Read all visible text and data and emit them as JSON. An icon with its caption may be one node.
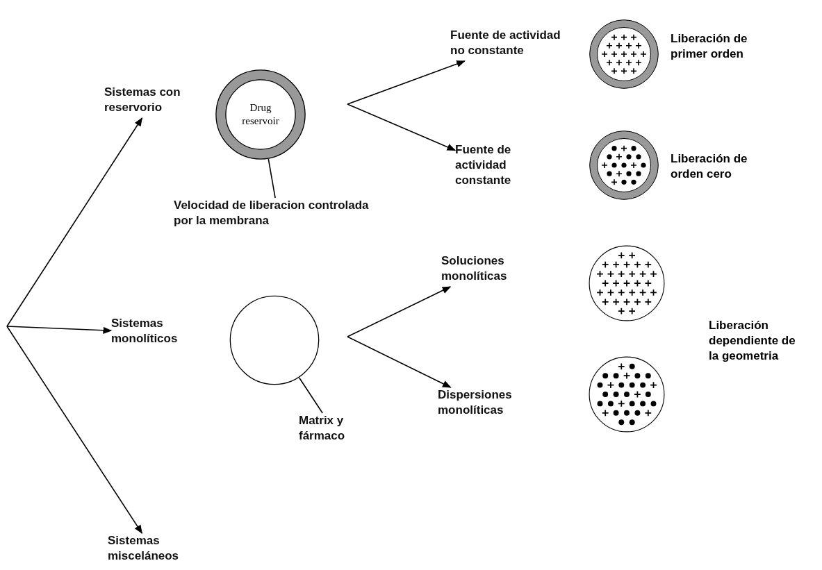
{
  "diagram": {
    "nodes": [
      {
        "text": [
          "Sistemas con reservorio"
        ]
      },
      {
        "text": [
          "Drug reservoir"
        ]
      },
      {
        "text": [
          "Velocidad de liberacion controlada por la membrana"
        ]
      },
      {
        "text": [
          "Fuente de actividad no constante"
        ]
      },
      {
        "text": [],
        "shape": "circle",
        "beside": [
          "Liberación de primer orden"
        ]
      },
      {
        "text": [
          "Fuente de actividad constante"
        ]
      },
      {
        "text": [],
        "shape": "circle",
        "beside": [
          "Liberación de orden cero"
        ]
      },
      {
        "text": [
          "Sistemas monolíticos"
        ]
      },
      {
        "text": [],
        "shape": "circle"
      },
      {
        "text": [
          "Matrix y fármaco"
        ]
      },
      {
        "text": [
          "Soluciones monolíticas"
        ]
      },
      {
        "text": [],
        "shape": "circle"
      },
      {
        "text": [
          "Dispersiones monolíticas"
        ]
      },
      {
        "text": [],
        "shape": "circle"
      },
      {
        "text": [
          "Sistemas misceláneos"
        ]
      }
    ],
    "edges": [
      {
        "from": null,
        "to": 0,
        "arrow": "to"
      },
      {
        "from": null,
        "to": 7,
        "arrow": "to"
      },
      {
        "from": null,
        "to": 14,
        "arrow": "to"
      },
      {
        "from": null,
        "to": 3,
        "arrow": "to"
      },
      {
        "from": null,
        "to": 5,
        "arrow": "to"
      },
      {
        "from": 2,
        "to": 1,
        "arrow": "none"
      },
      {
        "from": null,
        "to": 10,
        "arrow": "to"
      },
      {
        "from": null,
        "to": 12,
        "arrow": "to"
      },
      {
        "from": 9,
        "to": 8,
        "arrow": "none"
      }
    ],
    "labels": [
      "Liberación dependiente de la geometria"
    ]
  }
}
